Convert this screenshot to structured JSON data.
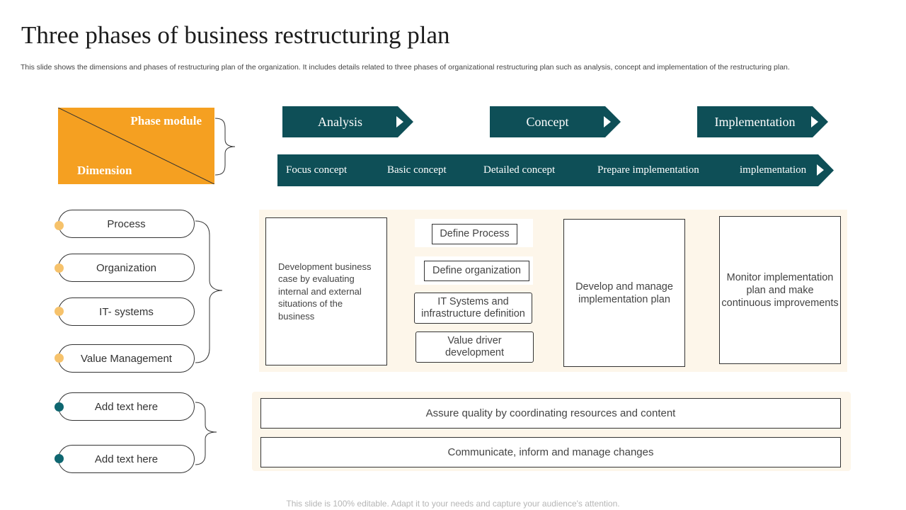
{
  "title": "Three phases of business restructuring plan",
  "subtitle": "This slide shows the dimensions and phases of restructuring plan of the organization. It includes details related to three phases of organizational restructuring plan such as analysis, concept and implementation of the restructuring plan.",
  "module": {
    "top_label": "Phase module",
    "bottom_label": "Dimension"
  },
  "phases": [
    "Analysis",
    "Concept",
    "Implementation"
  ],
  "steps": [
    "Focus concept",
    "Basic concept",
    "Detailed concept",
    "Prepare implementation",
    "implementation"
  ],
  "dimensions": [
    "Process",
    "Organization",
    "IT- systems",
    "Value Management"
  ],
  "extras": [
    "Add text here",
    "Add text here"
  ],
  "analysis_text": "Development business case by evaluating internal and external situations of the business",
  "concept_items": [
    "Define Process",
    "Define organization",
    "IT Systems and infrastructure definition",
    "Value driver development"
  ],
  "prepare_text": "Develop and manage implementation plan",
  "implementation_text": "Monitor implementation plan and make continuous improvements",
  "bottom_rows": [
    "Assure quality by coordinating resources and content",
    "Communicate, inform and manage changes"
  ],
  "footer": "This slide is 100% editable. Adapt it to your needs and capture your audience's attention.",
  "colors": {
    "teal": "#0e4f57",
    "orange": "#f5a021",
    "dot_gold": "#f6c26b",
    "dot_teal": "#0e6670",
    "panel": "#fdf6ea"
  }
}
